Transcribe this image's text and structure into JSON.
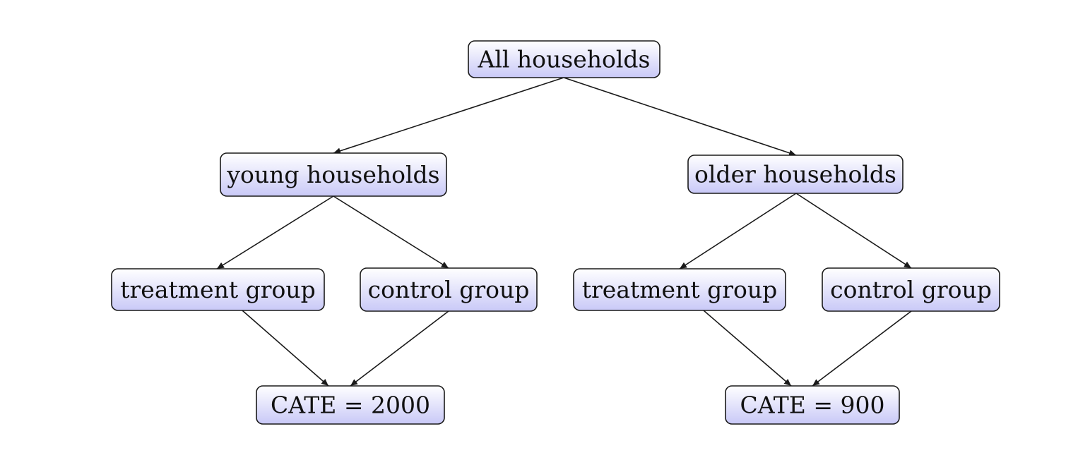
{
  "diagram": {
    "type": "tree",
    "nodes": {
      "root": {
        "label": "All households"
      },
      "young": {
        "label": "young households"
      },
      "older": {
        "label": "older households"
      },
      "young_treatment": {
        "label": "treatment group"
      },
      "young_control": {
        "label": "control group"
      },
      "older_treatment": {
        "label": "treatment group"
      },
      "older_control": {
        "label": "control group"
      },
      "young_cate": {
        "label": "CATE = 2000"
      },
      "older_cate": {
        "label": "CATE = 900"
      }
    },
    "edges": [
      {
        "from": "root",
        "to": "young"
      },
      {
        "from": "root",
        "to": "older"
      },
      {
        "from": "young",
        "to": "young_treatment"
      },
      {
        "from": "young",
        "to": "young_control"
      },
      {
        "from": "older",
        "to": "older_treatment"
      },
      {
        "from": "older",
        "to": "older_control"
      },
      {
        "from": "young_treatment",
        "to": "young_cate"
      },
      {
        "from": "young_control",
        "to": "young_cate"
      },
      {
        "from": "older_treatment",
        "to": "older_cate"
      },
      {
        "from": "older_control",
        "to": "older_cate"
      }
    ],
    "colors": {
      "node_fill_top": "#ffffff",
      "node_fill_bottom": "#c9c9f7",
      "stroke": "#1a1a1a"
    }
  }
}
